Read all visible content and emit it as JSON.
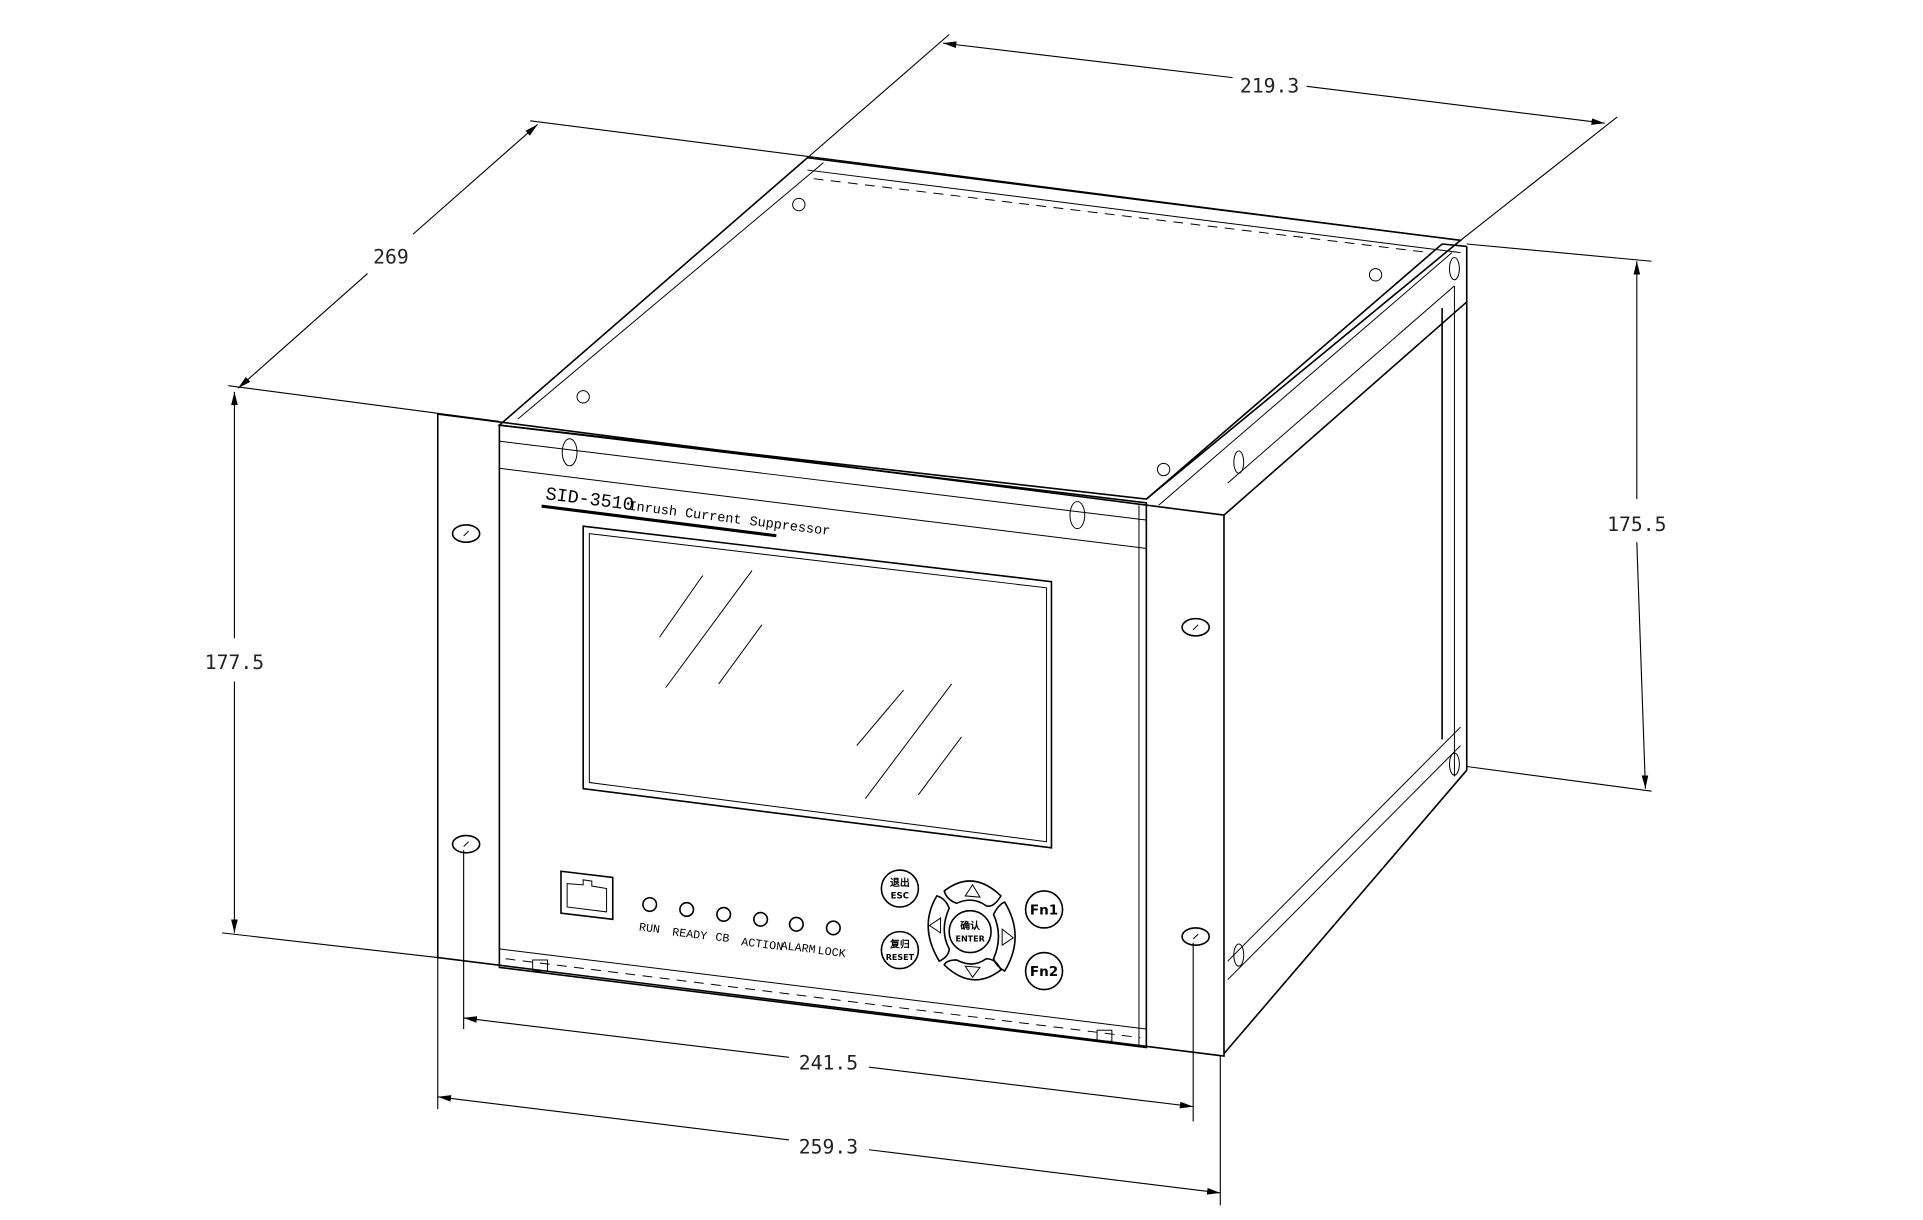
{
  "device": {
    "model": "SID-3510",
    "name": "Inrush Current Suppressor",
    "leds": [
      "RUN",
      "READY",
      "CB",
      "ACTION",
      "ALARM",
      "LOCK"
    ],
    "keys": {
      "esc_cn": "退出",
      "esc": "ESC",
      "reset_cn": "复归",
      "reset": "RESET",
      "enter_cn": "确认",
      "enter": "ENTER",
      "fn1": "Fn1",
      "fn2": "Fn2"
    }
  },
  "dimensions": {
    "depth_top": "219.3",
    "depth_side": "269",
    "height_rear": "175.5",
    "height_front": "177.5",
    "hole_spacing": "241.5",
    "flange_width": "259.3"
  }
}
